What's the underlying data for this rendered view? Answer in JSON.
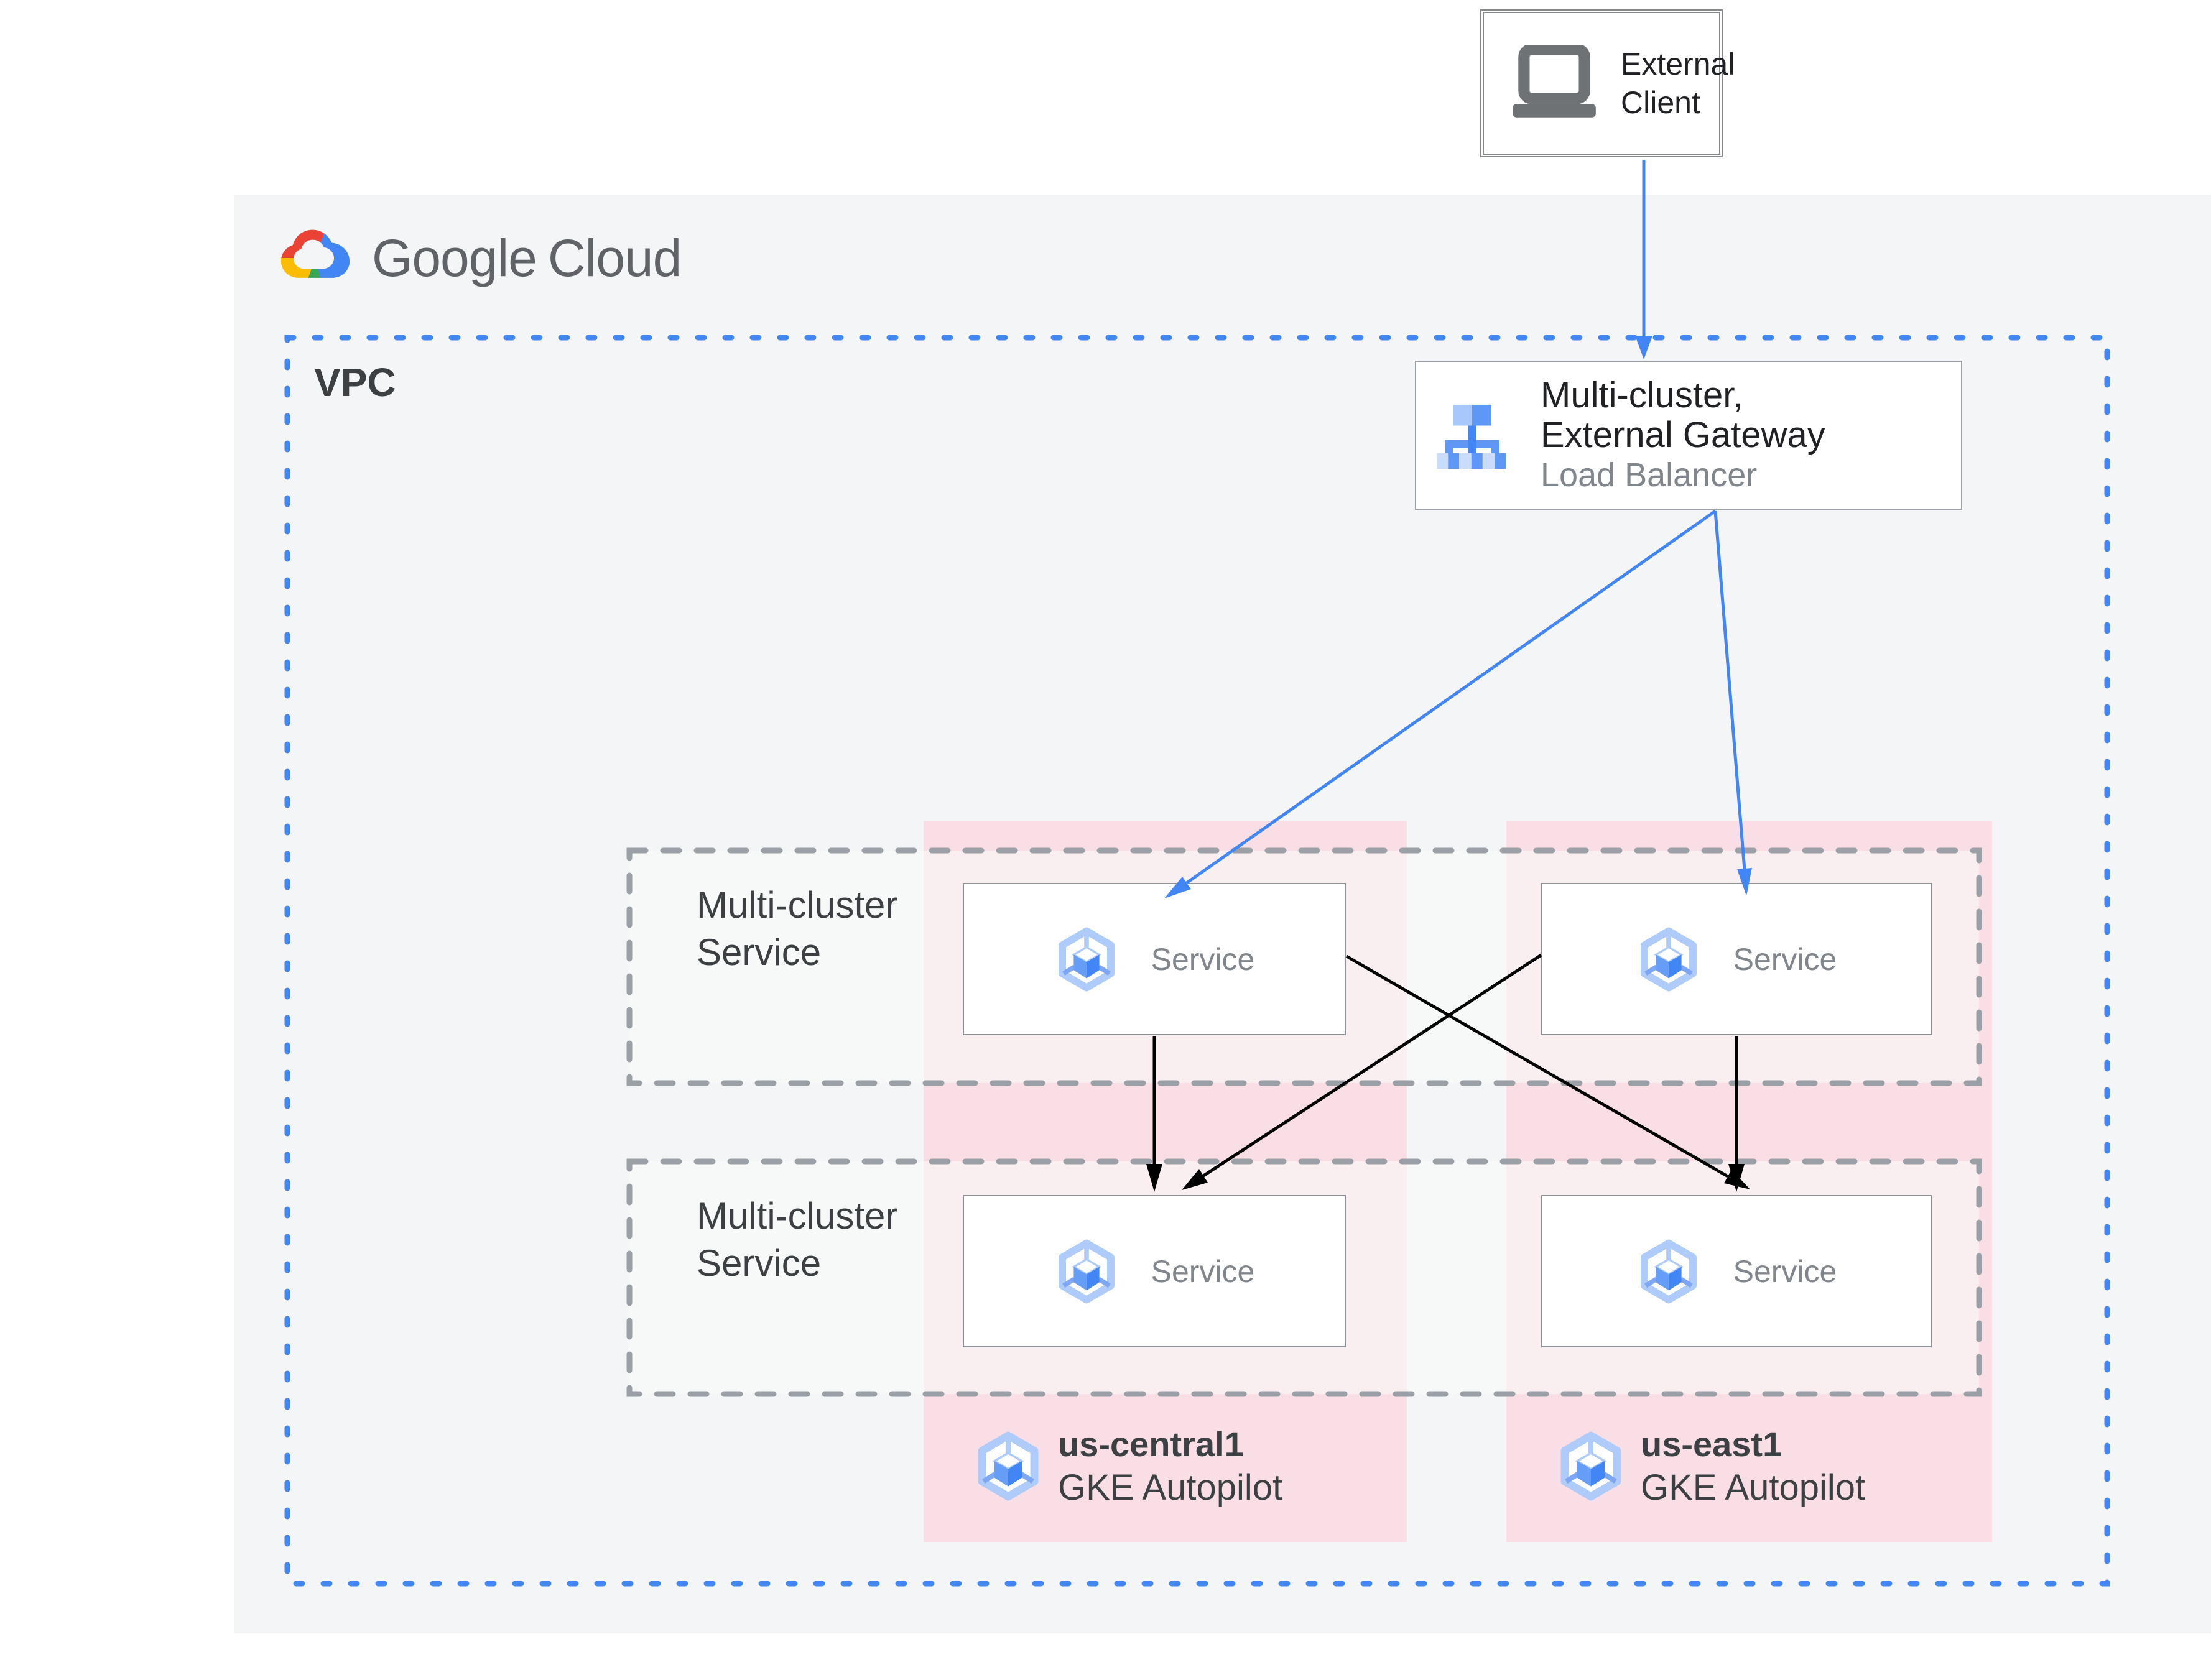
{
  "logo": {
    "brand": "Google",
    "product": "Cloud"
  },
  "external_client": {
    "line1": "External",
    "line2": "Client"
  },
  "vpc": {
    "label": "VPC"
  },
  "gateway": {
    "line1": "Multi-cluster,",
    "line2": "External Gateway",
    "subtitle": "Load Balancer"
  },
  "service_rows": [
    {
      "line1": "Multi-cluster",
      "line2": "Service"
    },
    {
      "line1": "Multi-cluster",
      "line2": "Service"
    }
  ],
  "services": {
    "label": "Service"
  },
  "clusters": [
    {
      "region": "us-central1",
      "platform": "GKE Autopilot"
    },
    {
      "region": "us-east1",
      "platform": "GKE Autopilot"
    }
  ],
  "colors": {
    "google_blue": "#4285f4",
    "arrow_black": "#000000",
    "pink_column": "#f9dfe5",
    "panel_gray": "#f4f5f6",
    "dashed_gray": "#9aa0a6",
    "text_dark": "#3c4043",
    "text_gray": "#80868b",
    "icon_light_blue": "#aecbfa",
    "icon_medium_blue": "#669df6",
    "icon_strong_blue": "#4285f4"
  }
}
